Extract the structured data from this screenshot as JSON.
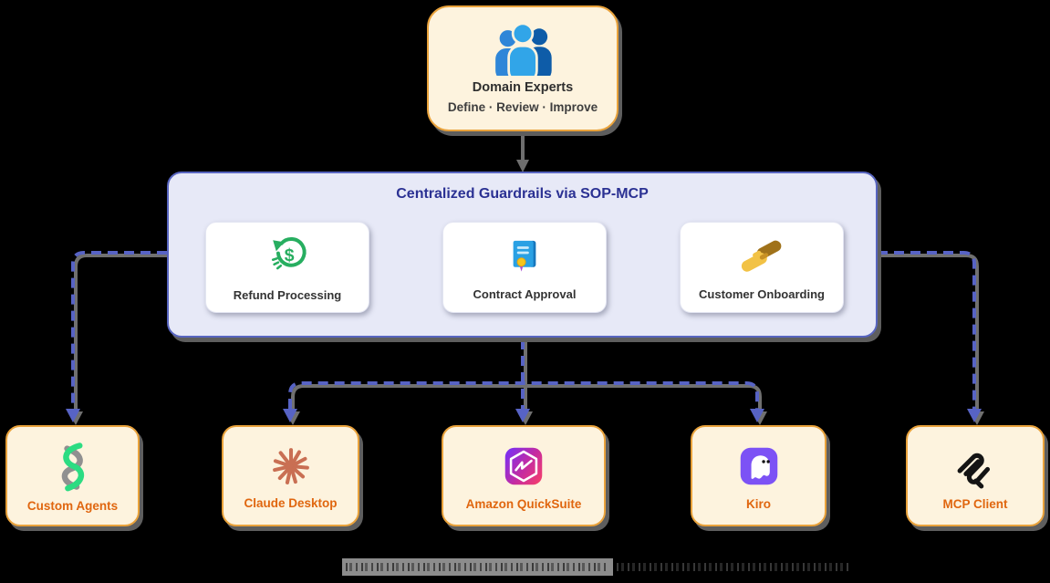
{
  "top_node": {
    "title": "Domain Experts",
    "subtitle": "Define · Review · Improve",
    "icon": "people-group-icon"
  },
  "guardrails_box": {
    "title": "Centralized Guardrails via SOP-MCP",
    "cards": [
      {
        "label": "Refund Processing",
        "icon": "refund-cycle-icon",
        "symbol": "$"
      },
      {
        "label": "Contract Approval",
        "icon": "contract-seal-icon"
      },
      {
        "label": "Customer Onboarding",
        "icon": "handshake-icon"
      }
    ]
  },
  "client_nodes": [
    {
      "label": "Custom Agents",
      "icon": "dna-helix-icon"
    },
    {
      "label": "Claude Desktop",
      "icon": "claude-starburst-icon"
    },
    {
      "label": "Amazon QuickSuite",
      "icon": "quicksuite-hexagon-icon"
    },
    {
      "label": "Kiro",
      "icon": "kiro-ghost-icon"
    },
    {
      "label": "MCP Client",
      "icon": "mcp-logo-icon"
    }
  ],
  "colors": {
    "background": "#000000",
    "node_fill": "#FDF3DE",
    "node_border": "#E9A23B",
    "client_label": "#E0660F",
    "guardrails_fill": "#E7E9F7",
    "guardrails_border": "#5865C0",
    "guardrails_title": "#2B3193",
    "connector_blue": "#5763C5",
    "connector_shadow": "#6E6E6E",
    "refund_green": "#27AE60"
  }
}
